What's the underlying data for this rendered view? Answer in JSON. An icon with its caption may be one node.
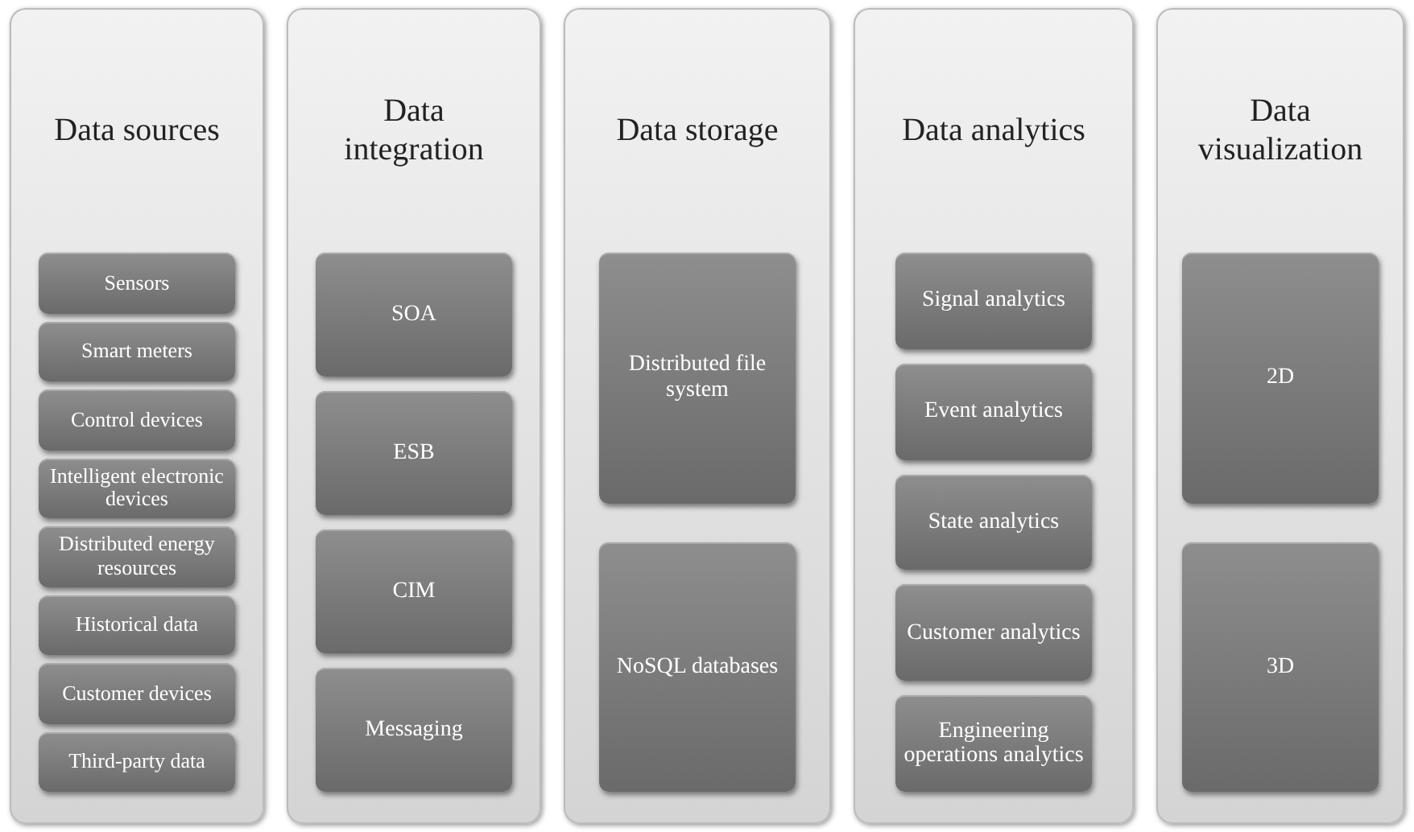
{
  "diagram": {
    "nodes": [
      {
        "text": [
          "Data sources"
        ]
      },
      {
        "text": [
          "Sensors"
        ],
        "in": 0
      },
      {
        "text": [
          "Smart meters"
        ],
        "in": 0
      },
      {
        "text": [
          "Control devices"
        ],
        "in": 0
      },
      {
        "text": [
          "Intelligent electronic devices"
        ],
        "in": 0
      },
      {
        "text": [
          "Distributed energy resources"
        ],
        "in": 0
      },
      {
        "text": [
          "Historical data"
        ],
        "in": 0
      },
      {
        "text": [
          "Customer devices"
        ],
        "in": 0
      },
      {
        "text": [
          "Third-party data"
        ],
        "in": 0
      },
      {
        "text": [
          "Data integration"
        ]
      },
      {
        "text": [
          "SOA"
        ],
        "in": 9
      },
      {
        "text": [
          "ESB"
        ],
        "in": 9
      },
      {
        "text": [
          "CIM"
        ],
        "in": 9
      },
      {
        "text": [
          "Messaging"
        ],
        "in": 9
      },
      {
        "text": [
          "Data storage"
        ]
      },
      {
        "text": [
          "Distributed file system"
        ],
        "in": 14
      },
      {
        "text": [
          "NoSQL databases"
        ],
        "in": 14
      },
      {
        "text": [
          "Data analytics"
        ]
      },
      {
        "text": [
          "Signal analytics"
        ],
        "in": 17
      },
      {
        "text": [
          "Event analytics"
        ],
        "in": 17
      },
      {
        "text": [
          "State analytics"
        ],
        "in": 17
      },
      {
        "text": [
          "Customer analytics"
        ],
        "in": 17
      },
      {
        "text": [
          "Engineering operations analytics"
        ],
        "in": 17
      },
      {
        "text": [
          "Data visualization"
        ]
      },
      {
        "text": [
          "2D"
        ],
        "in": 23
      },
      {
        "text": [
          "3D"
        ],
        "in": 23
      }
    ]
  }
}
